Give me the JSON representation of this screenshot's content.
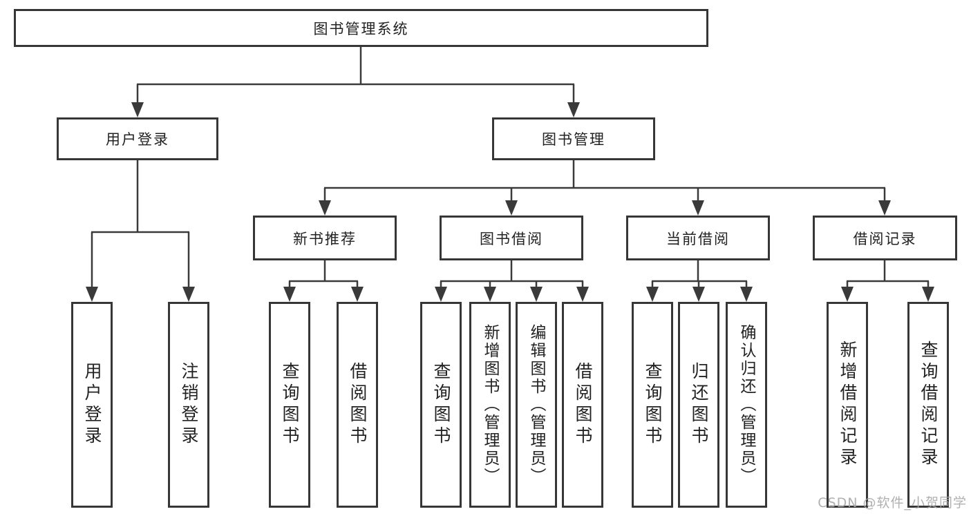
{
  "diagram": {
    "title": "图书管理系统",
    "level2": [
      {
        "label": "用户登录"
      },
      {
        "label": "图书管理"
      }
    ],
    "level3": [
      {
        "label": "新书推荐"
      },
      {
        "label": "图书借阅"
      },
      {
        "label": "当前借阅"
      },
      {
        "label": "借阅记录"
      }
    ],
    "leaves": {
      "user_login": [
        "用户登录",
        "注销登录"
      ],
      "new_book": [
        "查询图书",
        "借阅图书"
      ],
      "book_borrow": [
        "查询图书",
        "新增图书（管理员）",
        "编辑图书（管理员）",
        "借阅图书"
      ],
      "current_borrow": [
        "查询图书",
        "归还图书",
        "确认归还（管理员）"
      ],
      "borrow_record": [
        "新增借阅记录",
        "查询借阅记录"
      ]
    },
    "line_color": "#3a3a3a",
    "border_color": "#363636"
  },
  "watermark": "CSDN @软件_小贺同学"
}
